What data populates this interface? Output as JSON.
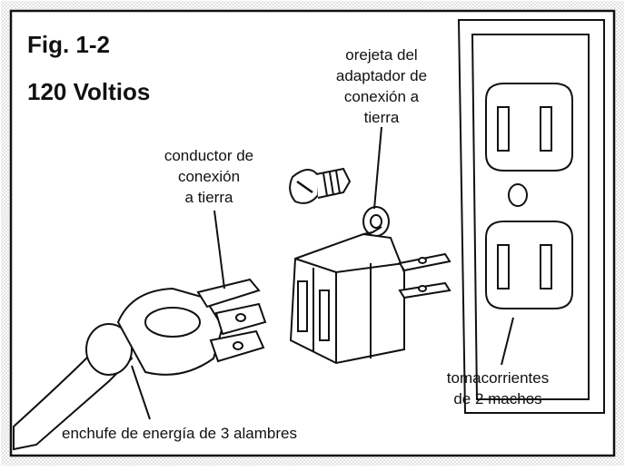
{
  "figure": {
    "title": "Fig. 1-2",
    "subtitle": "120 Voltios"
  },
  "labels": {
    "grounding_conductor": [
      "conductor de",
      "conexión",
      "a tierra"
    ],
    "adapter_tab": [
      "orejeta del",
      "adaptador de",
      "conexión a",
      "tierra"
    ],
    "receptacle": [
      "tomacorrientes",
      "de 2 machos"
    ],
    "plug": [
      "enchufe de energía de 3 alambres"
    ]
  }
}
